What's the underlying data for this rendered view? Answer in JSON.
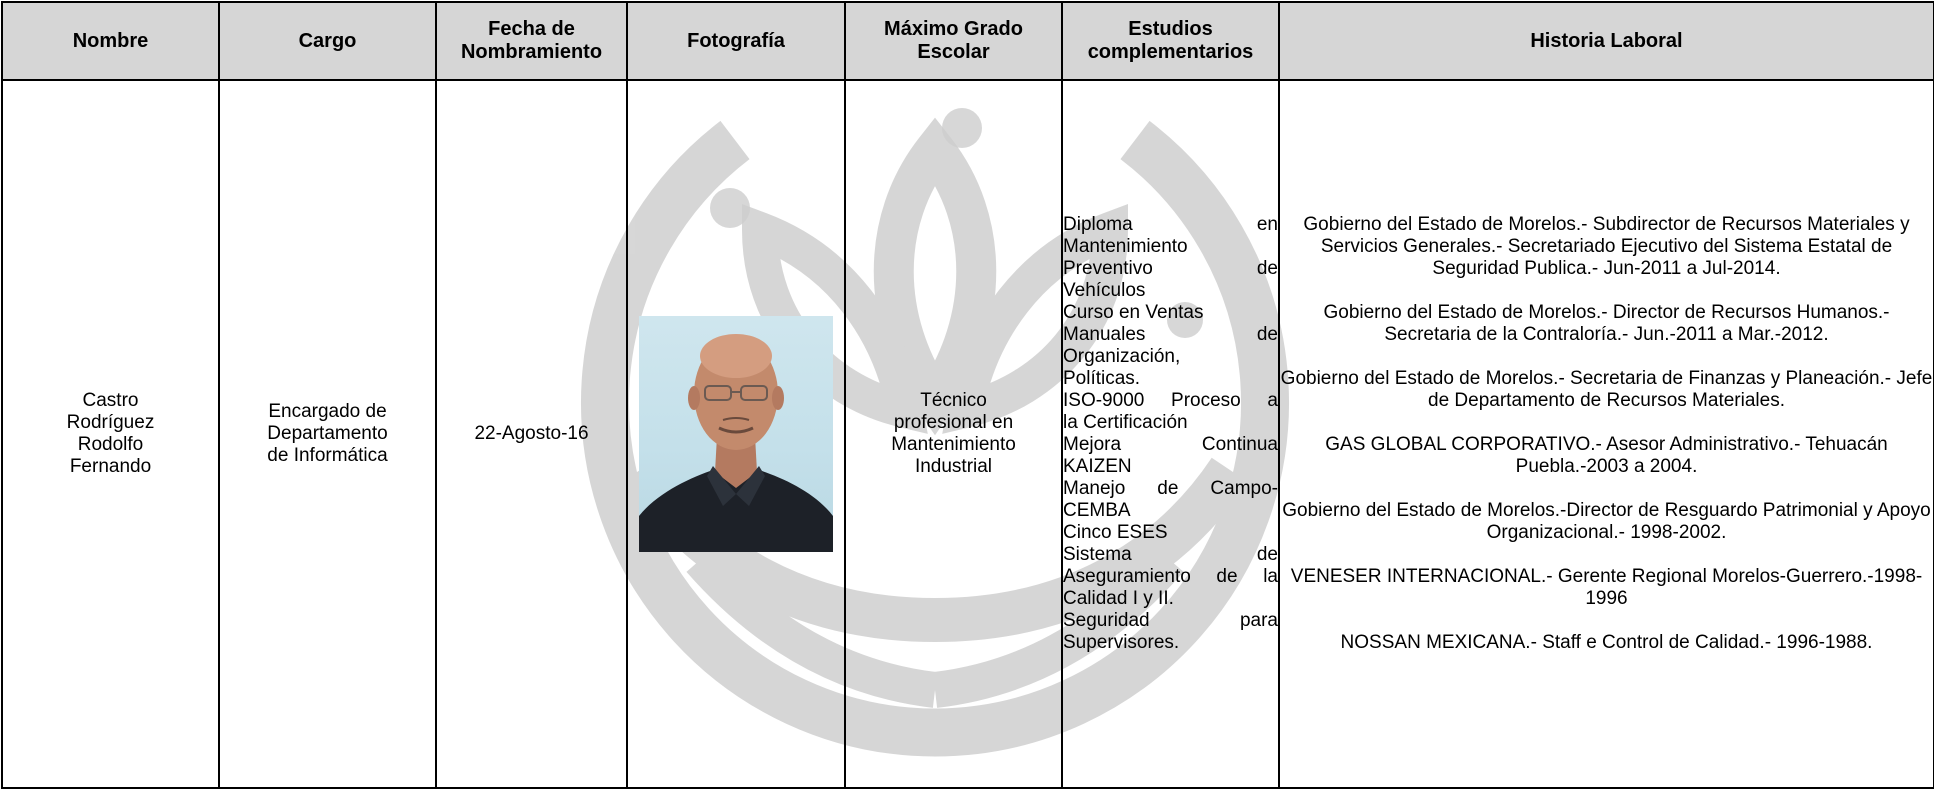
{
  "headers": {
    "nombre": "Nombre",
    "cargo": "Cargo",
    "fecha_1": "Fecha de",
    "fecha_2": "Nombramiento",
    "fotografia": "Fotografía",
    "grado_1": "Máximo Grado",
    "grado_2": "Escolar",
    "estudios_1": "Estudios",
    "estudios_2": "complementarios",
    "historia": "Historia Laboral"
  },
  "row": {
    "nombre": [
      "Castro",
      "Rodríguez",
      "Rodolfo",
      "Fernando"
    ],
    "cargo": [
      "Encargado de",
      "Departamento",
      "de Informática"
    ],
    "fecha": "22-Agosto-16",
    "grado": [
      "Técnico",
      "profesional en",
      "Mantenimiento",
      "Industrial"
    ],
    "estudios": [
      "Diploma en",
      "Mantenimiento",
      "Preventivo de",
      "Vehículos",
      "Curso en Ventas",
      "Manuales de",
      "Organización,",
      "Políticas.",
      "ISO-9000 Proceso a",
      "la Certificación",
      "Mejora Continua",
      "KAIZEN",
      "Manejo de Campo-",
      "CEMBA",
      "Cinco ESES",
      "Sistema de",
      "Aseguramiento de la",
      "Calidad I y II.",
      "Seguridad para",
      "Supervisores."
    ],
    "historia": [
      "Gobierno del Estado de Morelos.- Subdirector de Recursos Materiales y Servicios Generales.- Secretariado Ejecutivo del Sistema Estatal de Seguridad Publica.- Jun-2011 a Jul-2014.",
      "Gobierno del Estado de Morelos.- Director de Recursos Humanos.- Secretaria de la Contraloría.- Jun.-2011 a Mar.-2012.",
      "Gobierno del Estado de Morelos.- Secretaria de Finanzas y Planeación.- Jefe de Departamento de Recursos Materiales.",
      "GAS GLOBAL CORPORATIVO.- Asesor Administrativo.- Tehuacán Puebla.-2003 a 2004.",
      "Gobierno del Estado de Morelos.-Director de Resguardo Patrimonial y Apoyo Organizacional.- 1998-2002.",
      "VENESER INTERNACIONAL.- Gerente Regional Morelos-Guerrero.-1998-1996",
      "NOSSAN MEXICANA.- Staff e Control de Calidad.- 1996-1988."
    ]
  },
  "colors": {
    "header_bg": "#d2d2d2",
    "watermark": "#c8c8c8"
  }
}
